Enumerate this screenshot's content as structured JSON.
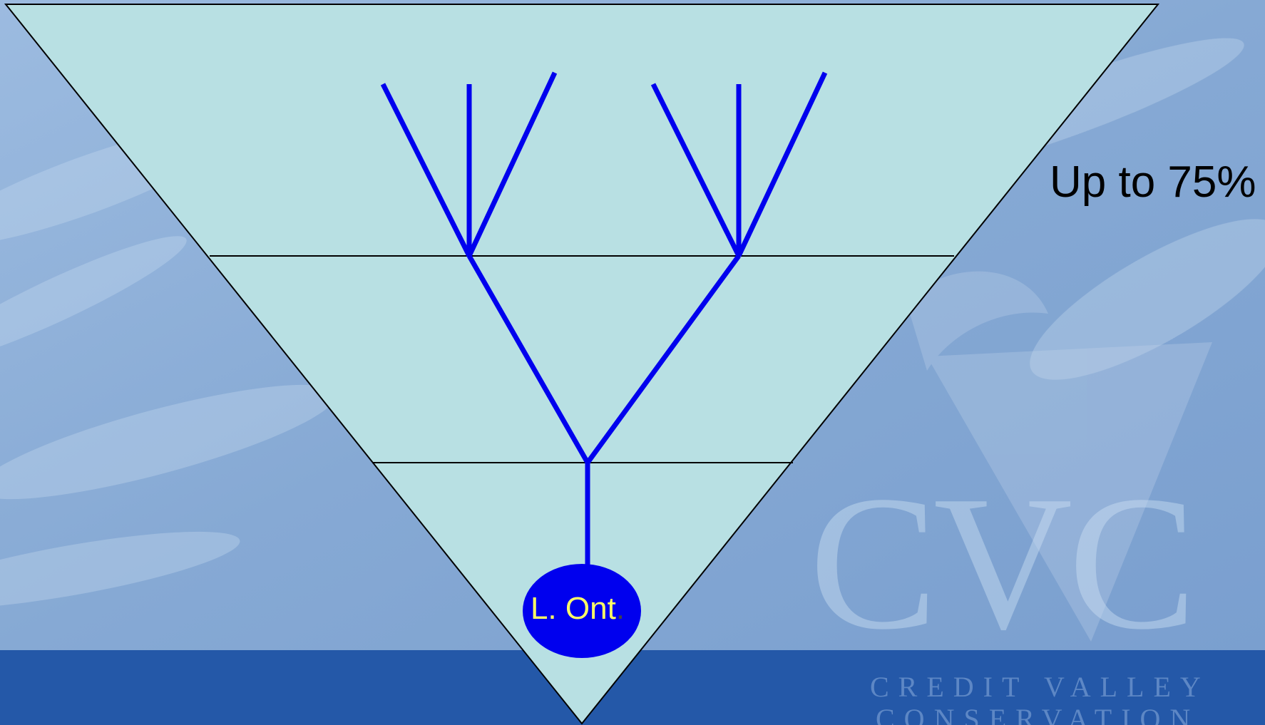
{
  "diagram": {
    "side_label": "Up to 75%",
    "outlet_label": "L. Ont",
    "outlet_label_dot": "."
  },
  "logo": {
    "wordmark": "CVC",
    "line1": "CREDIT VALLEY",
    "line2": "CONSERVATION"
  },
  "colors": {
    "triangle_fill": "#b8e0e3",
    "stream_blue": "#0000ee",
    "outlet_fill": "#0000ee",
    "outlet_text": "#ffff66",
    "bottom_band": "#2458a8"
  }
}
